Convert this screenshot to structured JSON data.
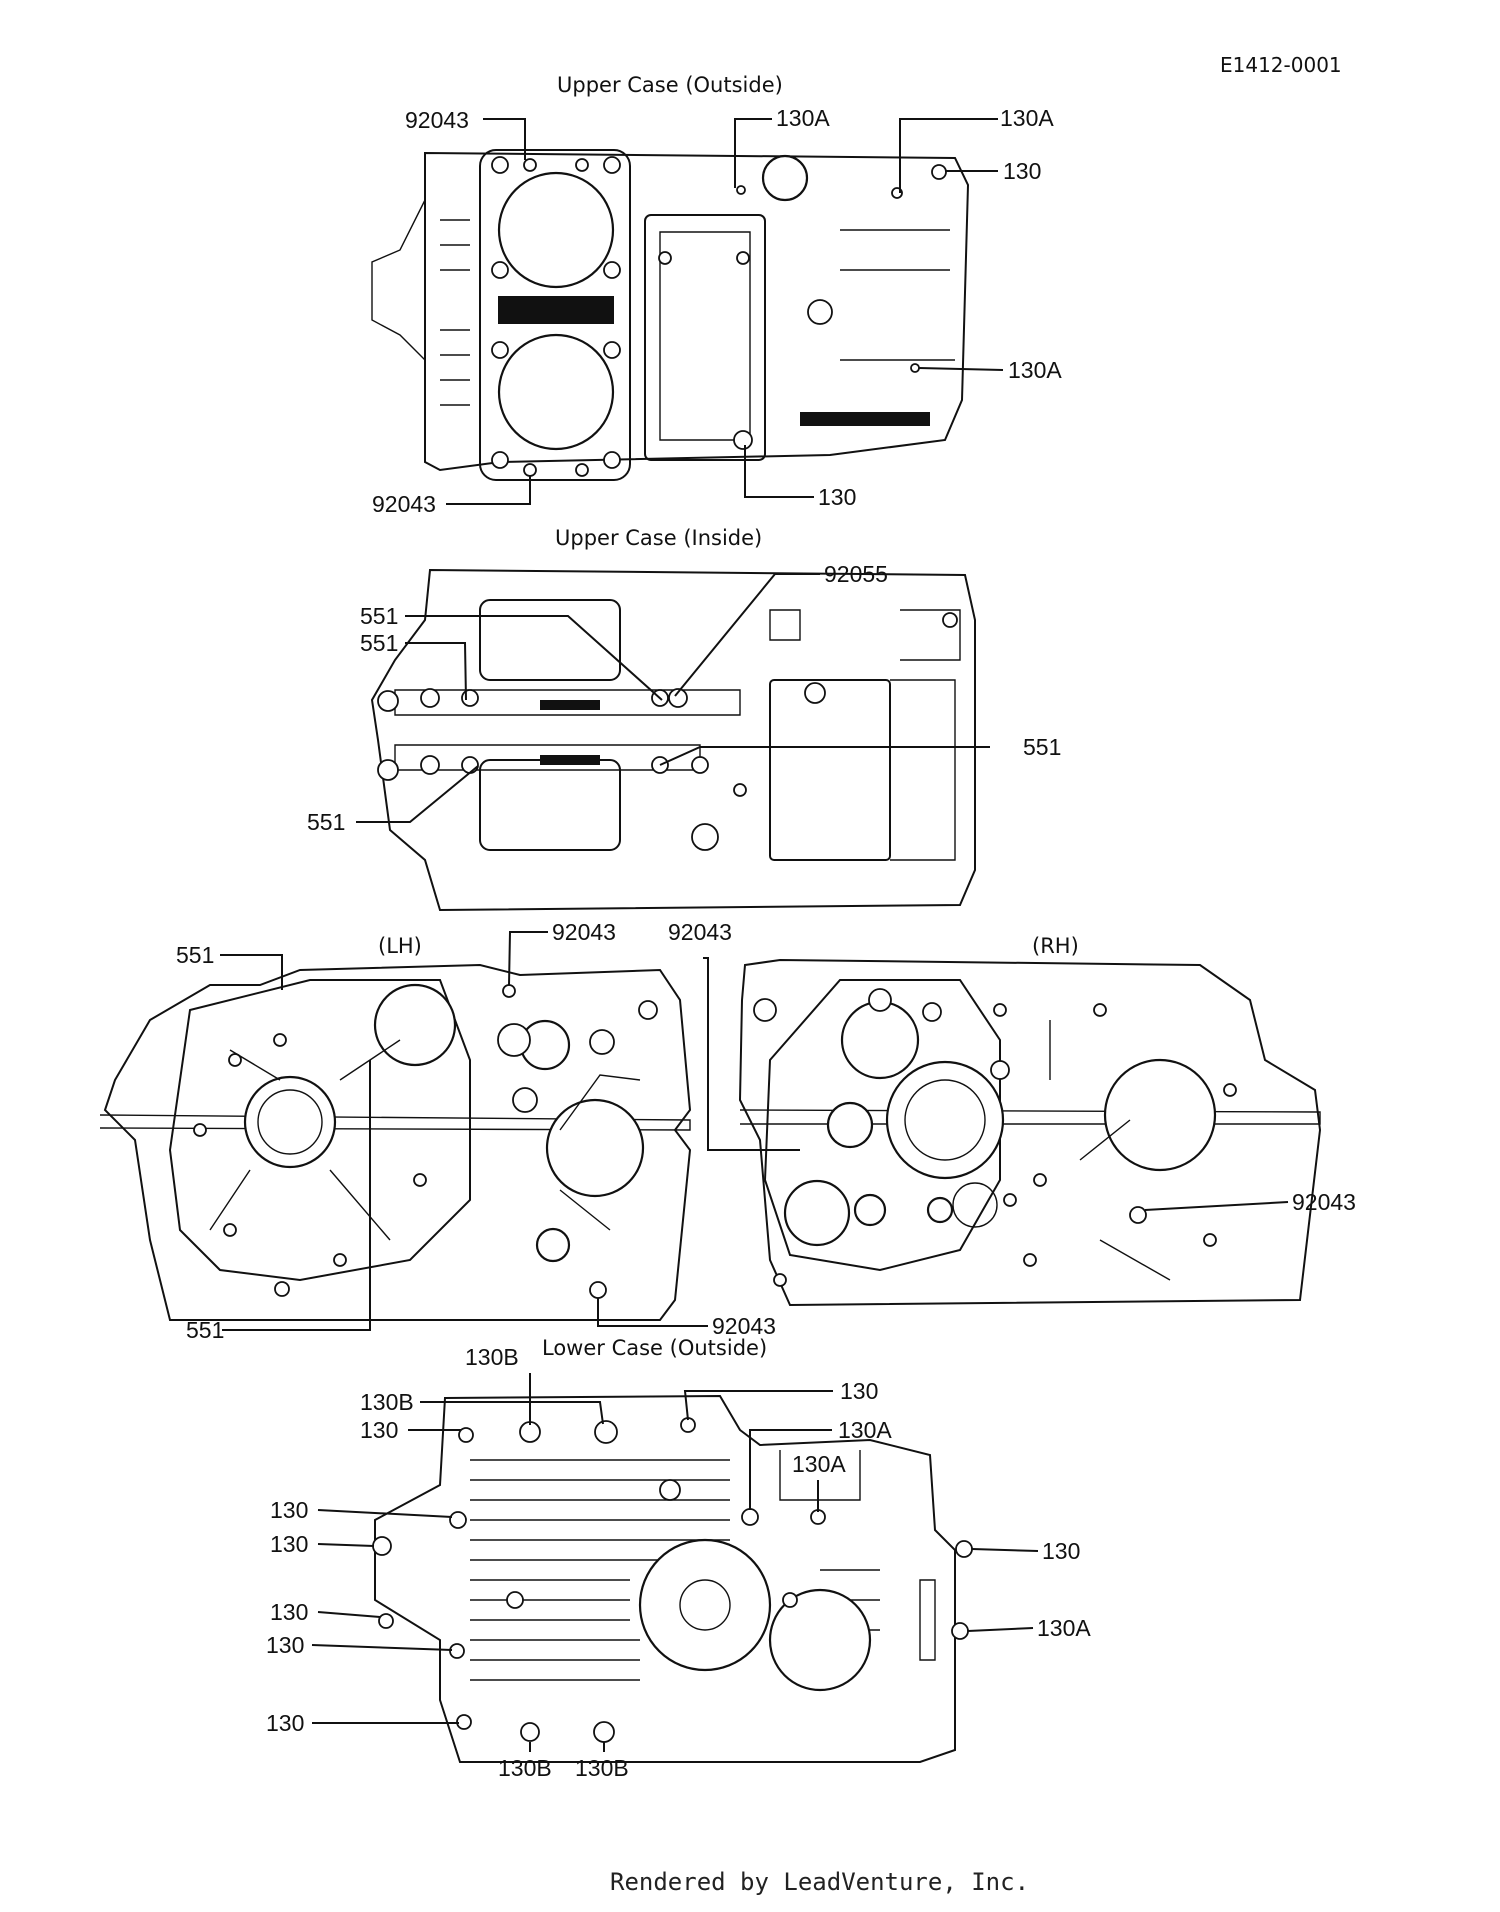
{
  "diagram_code": "E1412-0001",
  "views": {
    "upper_outside": "Upper Case (Outside)",
    "upper_inside": "Upper Case (Inside)",
    "lh": "(LH)",
    "rh": "(RH)",
    "lower_outside": "Lower Case (Outside)"
  },
  "callouts": {
    "uo_92043_top": "92043",
    "uo_130A_a": "130A",
    "uo_130A_b": "130A",
    "uo_130_right": "130",
    "uo_130A_c": "130A",
    "uo_130_bottom": "130",
    "uo_92043_bottom": "92043",
    "ui_92055": "92055",
    "ui_551_a": "551",
    "ui_551_b": "551",
    "ui_551_right": "551",
    "ui_551_left": "551",
    "lh_551_top": "551",
    "lh_92043_top": "92043",
    "lh_551_bottom": "551",
    "lh_92043_bottom": "92043",
    "rh_92043_top": "92043",
    "rh_92043_right": "92043",
    "lo_130B_top": "130B",
    "lo_130_top_right": "130",
    "lo_130B_left": "130B",
    "lo_130A_a": "130A",
    "lo_130_left_a": "130",
    "lo_130A_b": "130A",
    "lo_130_left_b": "130",
    "lo_130_left_c": "130",
    "lo_130_right_mid": "130",
    "lo_130_left_d": "130",
    "lo_130_left_e": "130",
    "lo_130A_right": "130A",
    "lo_130_left_f": "130",
    "lo_130B_bottom_a": "130B",
    "lo_130B_bottom_b": "130B"
  },
  "footer": "Rendered by LeadVenture, Inc."
}
